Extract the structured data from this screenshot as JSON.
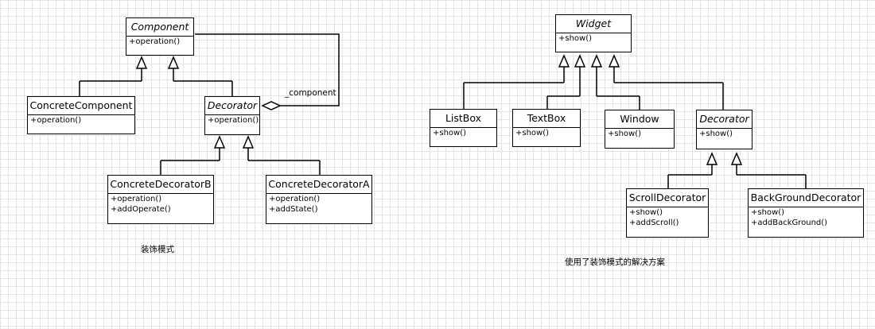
{
  "left_diagram": {
    "component": {
      "name": "Component",
      "ops": [
        "+operation()"
      ]
    },
    "concrete_component": {
      "name": "ConcreteComponent",
      "ops": [
        "+operation()"
      ]
    },
    "decorator": {
      "name": "Decorator",
      "ops": [
        "+operation()"
      ]
    },
    "concrete_decorator_b": {
      "name": "ConcreteDecoratorB",
      "ops": [
        "+operation()",
        "+addOperate()"
      ]
    },
    "concrete_decorator_a": {
      "name": "ConcreteDecoratorA",
      "ops": [
        "+operation()",
        "+addState()"
      ]
    },
    "association_label": "_component",
    "caption": "装饰模式"
  },
  "right_diagram": {
    "widget": {
      "name": "Widget",
      "ops": [
        "+show()"
      ]
    },
    "listbox": {
      "name": "ListBox",
      "ops": [
        "+show()"
      ]
    },
    "textbox": {
      "name": "TextBox",
      "ops": [
        "+show()"
      ]
    },
    "window": {
      "name": "Window",
      "ops": [
        "+show()"
      ]
    },
    "decorator": {
      "name": "Decorator",
      "ops": [
        "+show()"
      ]
    },
    "scroll_decorator": {
      "name": "ScrollDecorator",
      "ops": [
        "+show()",
        "+addScroll()"
      ]
    },
    "background_decorator": {
      "name": "BackGroundDecorator",
      "ops": [
        "+show()",
        "+addBackGround()"
      ]
    },
    "caption": "使用了装饰模式的解决方案"
  }
}
